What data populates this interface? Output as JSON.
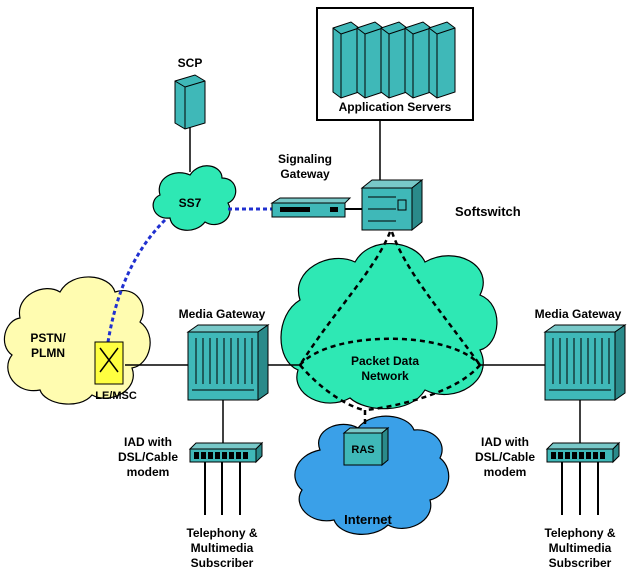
{
  "labels": {
    "app_servers": "Application Servers",
    "scp": "SCP",
    "signaling_gateway_1": "Signaling",
    "signaling_gateway_2": "Gateway",
    "softswitch": "Softswitch",
    "ss7": "SS7",
    "media_gateway_left": "Media Gateway",
    "media_gateway_right": "Media Gateway",
    "pstn_1": "PSTN/",
    "pstn_2": "PLMN",
    "le_msc": "LE/MSC",
    "packet_data_1": "Packet Data",
    "packet_data_2": "Network",
    "ras": "RAS",
    "internet": "Internet",
    "iad_left_1": "IAD with",
    "iad_left_2": "DSL/Cable",
    "iad_left_3": "modem",
    "iad_right_1": "IAD with",
    "iad_right_2": "DSL/Cable",
    "iad_right_3": "modem",
    "subscriber_left_1": "Telephony &",
    "subscriber_left_2": "Multimedia",
    "subscriber_left_3": "Subscriber",
    "subscriber_right_1": "Telephony &",
    "subscriber_right_2": "Multimedia",
    "subscriber_right_3": "Subscriber"
  },
  "colors": {
    "cloud_green": "#2ee8b4",
    "cloud_yellow": "#fffcb0",
    "cloud_blue": "#3aa0e8",
    "server_teal": "#3fb8b8",
    "device_teal": "#78c8c8",
    "ss7_link": "#2030d0",
    "le_msc_box": "#ffff40"
  }
}
